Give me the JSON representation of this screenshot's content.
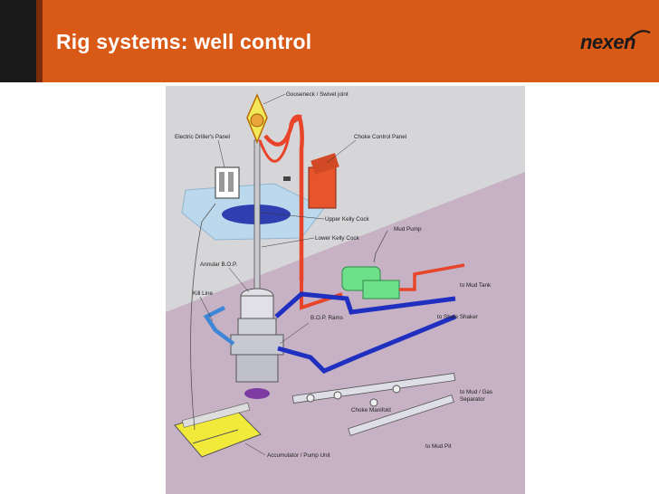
{
  "slide": {
    "title": "Rig systems: well control",
    "logo_text": "nexen"
  },
  "colors": {
    "title_bar": "#d95a17",
    "accent_red": "#e8442a",
    "accent_blue": "#1f2fc0",
    "light_blue_line": "#3f86d6",
    "pump_green": "#6ee08a",
    "accumulator_yellow": "#f2ea3a",
    "floor_purple": "#c6b2c4"
  },
  "diagram": {
    "labels": {
      "gooseneck": "Gooseneck / Swivel joint",
      "driller_panel": "Electric Driller's Panel",
      "choke_panel": "Choke Control Panel",
      "upper_kelly": "Upper Kelly Cock",
      "lower_kelly": "Lower Kelly Cock",
      "mud_pump": "Mud Pump",
      "annular_bop": "Annular B.O.P.",
      "kill_line": "Kill Line",
      "to_mud_tank": "to Mud Tank",
      "bop_rams": "B.O.P.  Rams",
      "to_shale_shaker": "to Shale Shaker",
      "to_mud_gas_1": "to Mud / Gas",
      "to_mud_gas_2": "Separator",
      "choke_manifold": "Choke Manifold",
      "to_mud_pit": "to Mud Pit",
      "accumulator": "Accumulator / Pump Unit"
    },
    "icons": [
      "gooseneck-icon",
      "driller-panel-icon",
      "choke-panel-icon",
      "mud-pump-icon",
      "bop-stack-icon",
      "choke-manifold-icon",
      "accumulator-icon"
    ]
  }
}
